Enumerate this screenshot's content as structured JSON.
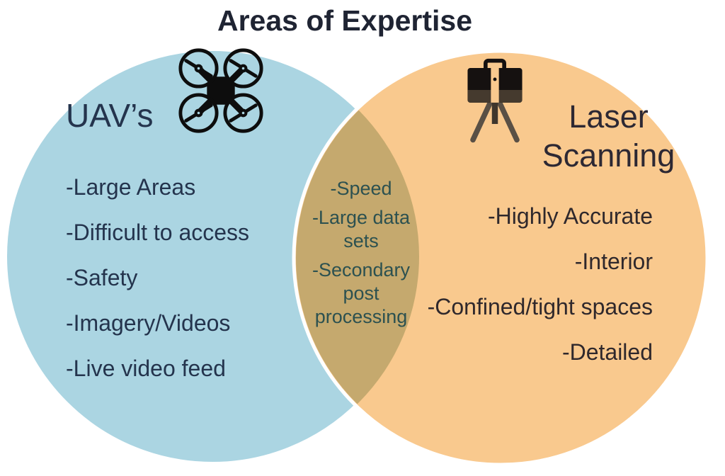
{
  "title": "Areas of Expertise",
  "left_circle": {
    "heading": "UAV’s",
    "icon": "drone-icon",
    "items": [
      "-Large Areas",
      "-Difficult to access",
      "-Safety",
      "-Imagery/Videos",
      "-Live video feed"
    ]
  },
  "overlap": {
    "items": [
      "-Speed",
      "-Large data sets",
      "-Secondary post processing"
    ]
  },
  "right_circle": {
    "heading": "Laser Scanning",
    "icon": "laser-scanner-icon",
    "items": [
      "-Highly Accurate",
      "-Interior",
      "-Confined/tight spaces",
      "-Detailed"
    ]
  },
  "colors": {
    "left_circle_fill": "#abd5e2",
    "right_circle_fill": "#f9c98e",
    "overlap_fill": "#c5a96e",
    "circle_outline": "#ffffff",
    "title_text": "#1f2433",
    "left_text": "#24344d",
    "overlap_text": "#2c5150",
    "right_text": "#2f282c"
  }
}
